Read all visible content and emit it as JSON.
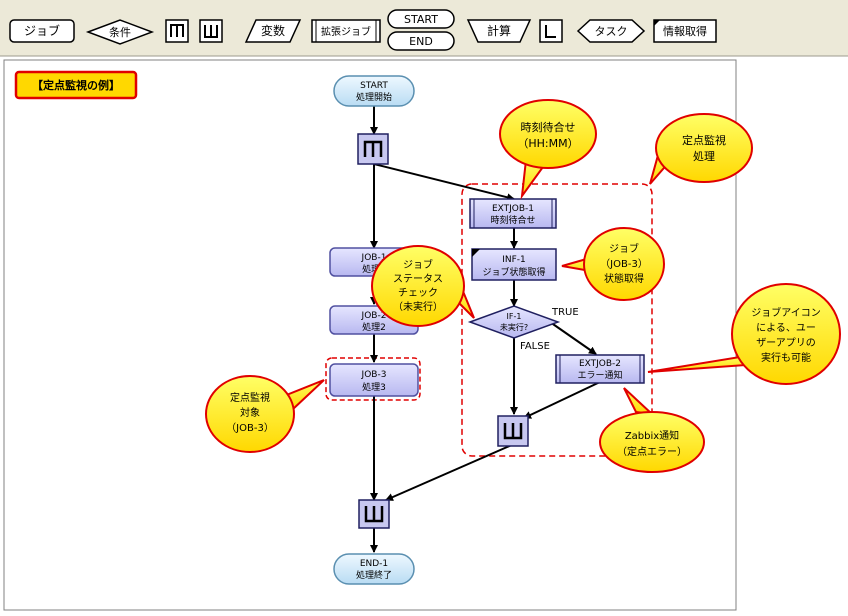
{
  "toolbar": {
    "job": "ジョブ",
    "condition": "条件",
    "variable": "変数",
    "extjob": "拡張ジョブ",
    "start": "START",
    "end": "END",
    "calc": "計算",
    "task": "タスク",
    "info": "情報取得"
  },
  "title_badge": "【定点監視の例】",
  "nodes": {
    "start": {
      "line1": "START",
      "line2": "処理開始"
    },
    "job1": {
      "line1": "JOB-1",
      "line2": "処理1"
    },
    "job2": {
      "line1": "JOB-2",
      "line2": "処理2"
    },
    "job3": {
      "line1": "JOB-3",
      "line2": "処理3"
    },
    "end": {
      "line1": "END-1",
      "line2": "処理終了"
    },
    "extjob1": {
      "line1": "EXTJOB-1",
      "line2": "時刻待合せ"
    },
    "inf1": {
      "line1": "INF-1",
      "line2": "ジョブ状態取得"
    },
    "if1": {
      "line1": "IF-1",
      "line2": "未実行?"
    },
    "extjob2": {
      "line1": "EXTJOB-2",
      "line2": "エラー通知"
    }
  },
  "labels": {
    "true": "TRUE",
    "false": "FALSE"
  },
  "callouts": {
    "time_wait": [
      "時刻待合せ",
      "（HH:MM）"
    ],
    "fixed_monitor": [
      "定点監視",
      "処理"
    ],
    "job_status": [
      "ジョブ",
      "（JOB-3）",
      "状態取得"
    ],
    "status_check": [
      "ジョブ",
      "ステータス",
      "チェック",
      "（未実行）"
    ],
    "job_icon": [
      "ジョブアイコン",
      "による、ユー",
      "ザーアプリの",
      "実行も可能"
    ],
    "target": [
      "定点監視",
      "対象",
      "（JOB-3）"
    ],
    "zabbix": [
      "Zabbix通知",
      "（定点エラー）"
    ]
  }
}
